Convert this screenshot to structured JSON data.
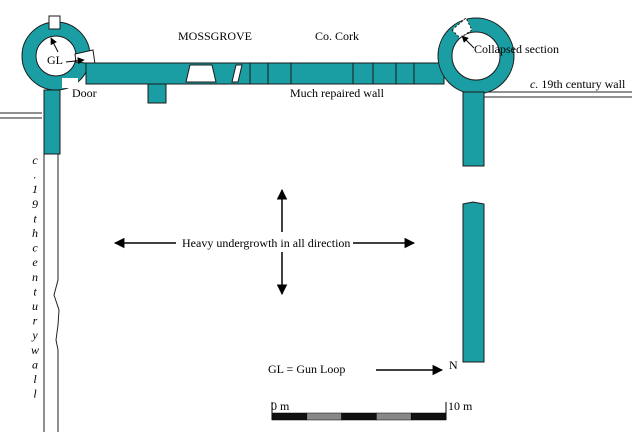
{
  "colors": {
    "wall_fill": "#1a9ea3",
    "line": "#1a1a1a",
    "background": "#ffffff",
    "scale_dark": "#111111",
    "scale_light": "#888888"
  },
  "labels": {
    "site_name": "MOSSGROVE",
    "county": "Co. Cork",
    "gun_loop_tag": "GL",
    "door": "Door",
    "much_repaired_wall": "Much repaired wall",
    "collapsed_section": "Collapsed section",
    "wall_19th_century_prefix": "c.",
    "wall_19th_century": " 19th century wall",
    "undergrowth": "Heavy undergrowth in all direction",
    "legend_gun_loop": "GL = Gun Loop",
    "north": "N"
  },
  "vertical_wall_label": [
    "c",
    ".",
    "1",
    "9",
    "t",
    "h",
    "c",
    "e",
    "n",
    "t",
    "u",
    "r",
    "y",
    "w",
    "a",
    "l",
    "l"
  ],
  "scale_bar": {
    "start_label": "0 m",
    "end_label": "10 m",
    "segments": [
      "dark",
      "light",
      "dark",
      "light",
      "dark"
    ]
  },
  "icons": {
    "north_arrow": "arrow-right-icon",
    "undergrowth_arrows": "four-way-arrow-icon"
  }
}
